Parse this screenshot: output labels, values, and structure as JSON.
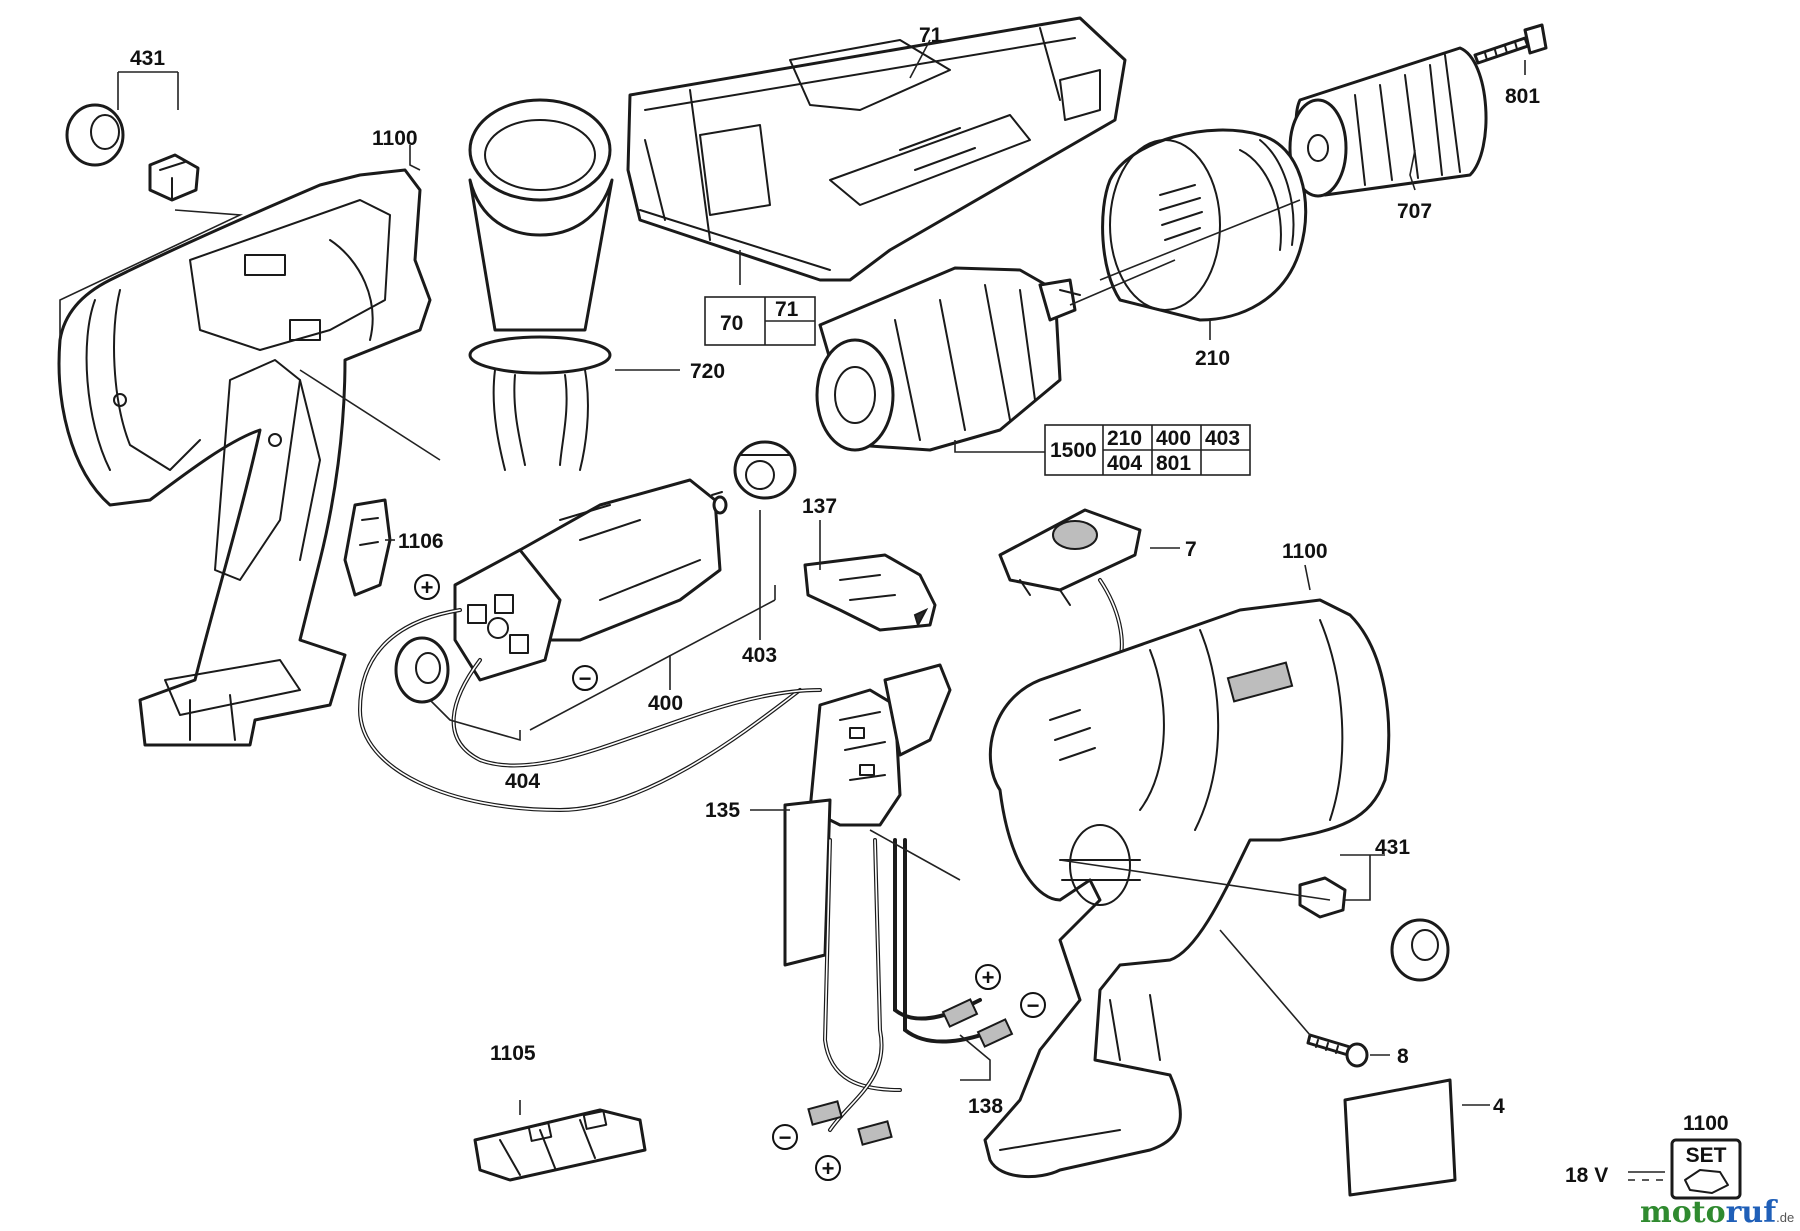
{
  "part_labels": {
    "p431_top": "431",
    "p1100_left": "1100",
    "p71_top": "71",
    "p801_top": "801",
    "p707": "707",
    "p720": "720",
    "p210": "210",
    "p1106": "1106",
    "p137": "137",
    "p7": "7",
    "p1100_right": "1100",
    "p403": "403",
    "p400": "400",
    "p404": "404",
    "p135": "135",
    "p431_right": "431",
    "p8": "8",
    "p4": "4",
    "p1105": "1105",
    "p138": "138",
    "p1100_set": "1100"
  },
  "case_table": {
    "main": "70",
    "sub": "71"
  },
  "set_table": {
    "main": "1500",
    "cells": [
      "210",
      "400",
      "403",
      "404",
      "801"
    ]
  },
  "polarity": {
    "plus": "+",
    "minus": "−"
  },
  "set_badge": {
    "voltage": "18 V",
    "set_label": "SET"
  },
  "watermark": {
    "part_a": "moto",
    "part_b": "ruf",
    "suffix": ".de"
  }
}
